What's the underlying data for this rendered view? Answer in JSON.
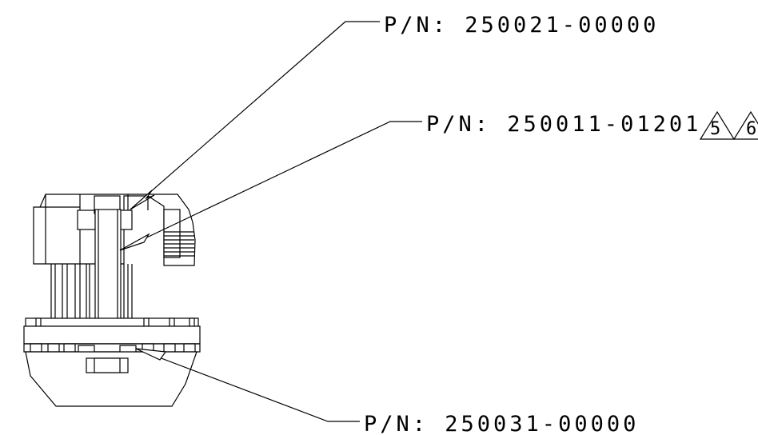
{
  "callouts": [
    {
      "part_number": "P/N: 250021-00000"
    },
    {
      "part_number": "P/N: 250011-01201",
      "revision_flags": [
        "5",
        "6"
      ]
    },
    {
      "part_number": "P/N: 250031-00000"
    }
  ],
  "colors": {
    "line": "#000000",
    "background": "#ffffff",
    "highlight": "#f0a030"
  }
}
